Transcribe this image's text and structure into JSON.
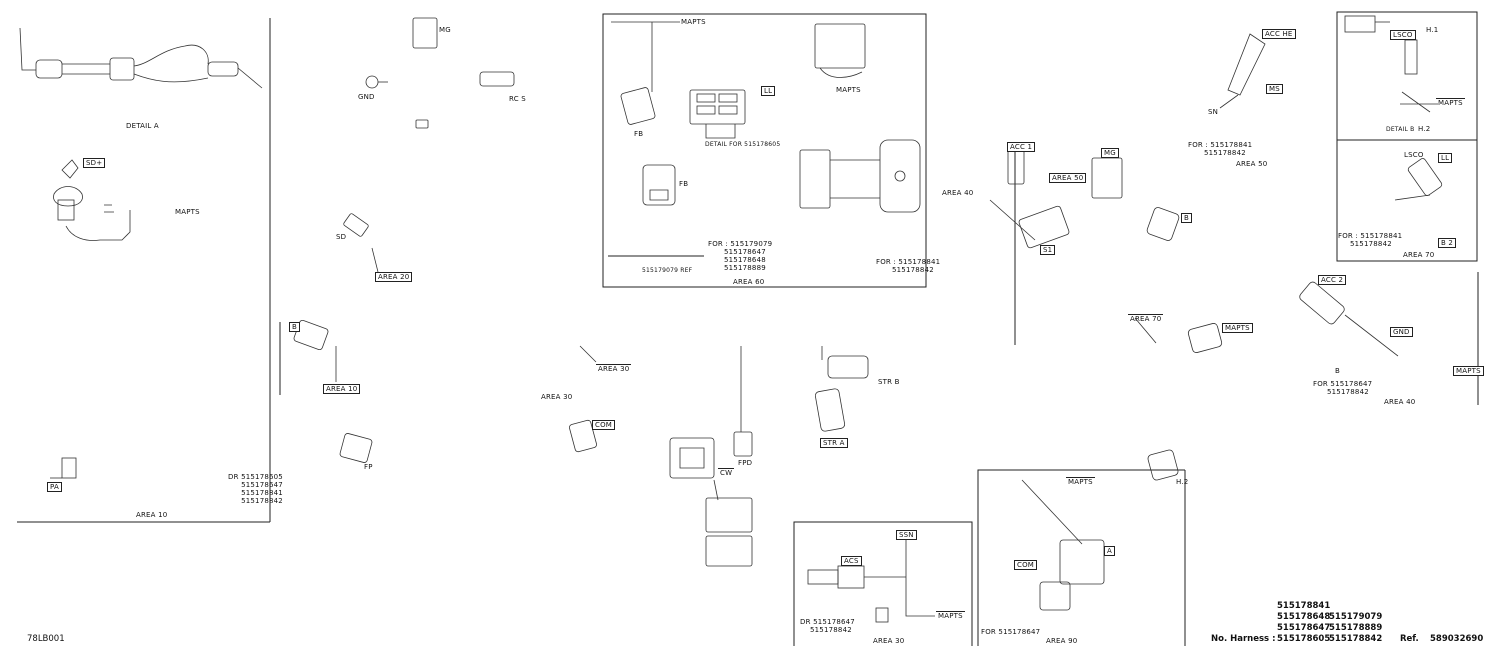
{
  "drawing": {
    "code": "78LB001",
    "harness_label": "No. Harness :",
    "harness_numbers": [
      [
        "515178841",
        ""
      ],
      [
        "515178648",
        "515179079"
      ],
      [
        "515178647",
        "515178889"
      ],
      [
        "515178605",
        "515178842"
      ]
    ],
    "ref_label": "Ref.",
    "ref_value": "589032690"
  },
  "panel_left": {
    "detail": "DETAIL A",
    "sd_tag": "SD+",
    "mapts": "MAPTS",
    "pa_tag": "PA",
    "for_lines": [
      "DR 515178605",
      "515178647",
      "515178841",
      "515178842"
    ],
    "area": "AREA 10"
  },
  "panel_mid_left": {
    "mg": "MG",
    "gnd": "GND",
    "rc": "RC S",
    "sd": "SD",
    "area20": "AREA 20",
    "b_tag": "B",
    "area10": "AREA 10",
    "fp": "FP"
  },
  "panel_box_top": {
    "mapts_top": "MAPTS",
    "fb1": "FB",
    "fb2": "FB",
    "ll": "LL",
    "mapts_right": "MAPTS",
    "for1": [
      "FOR : 515179079",
      "515178647",
      "515178648",
      "515178889"
    ],
    "area": "AREA 60",
    "for2": [
      "FOR : 515178841",
      "515178842"
    ],
    "note_a": "DETAIL FOR 515178605",
    "note_b": "515179079 REF"
  },
  "panel_center": {
    "area30": "AREA 30",
    "area30b": "AREA 30",
    "com": "COM",
    "fpd": "FPD",
    "cw": "CW",
    "str_b": "STR B",
    "str_a": "STR A"
  },
  "panel_right": {
    "acc_he": "ACC HE",
    "ms": "MS",
    "sn": "SN",
    "for_right": [
      "FOR : 515178841",
      "515178842"
    ],
    "area_right": "AREA 50",
    "acc1": "ACC 1",
    "area40": "AREA 40",
    "mg": "MG",
    "area50": "AREA 50",
    "s1": "S1",
    "b_tag": "B",
    "area70": "AREA 70",
    "mapts": "MAPTS",
    "lsco": "LSCO",
    "h1": "H.1",
    "h2": "H.2",
    "mapts_small": "MAPTS",
    "detail_b": "DETAIL B",
    "lsco2": "LSCO",
    "ll": "LL",
    "for_box": [
      "FOR : 515178841",
      "515178842"
    ],
    "area_box": "AREA 70",
    "tag_box": "B 2",
    "acc2": "ACC 2",
    "gnd": "GND",
    "for_acc": [
      "FOR 515178647",
      "515178842"
    ],
    "area40b": "AREA 40",
    "mapts_edge": "MAPTS",
    "h2b": "H.2",
    "b_tag2": "B"
  },
  "panel_bottom": {
    "acs": "ACS",
    "ssn": "SSN",
    "mapts": "MAPTS",
    "for_lines": [
      "DR 515178647",
      "515178842"
    ],
    "area": "AREA 30",
    "mapts2": "MAPTS",
    "com": "COM",
    "a_tag": "A",
    "for2": "FOR 515178647",
    "area2": "AREA 90"
  }
}
